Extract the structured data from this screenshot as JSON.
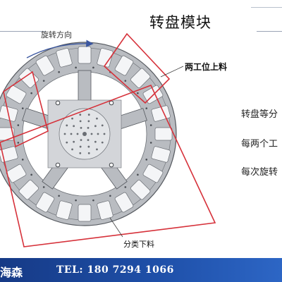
{
  "slide": {
    "title": "转盘模块",
    "labels": {
      "rotation_direction": "旋转方向",
      "two_station_loading": "两工位上料",
      "sorting_unloading": "分类下料"
    },
    "bullets": [
      "转盘等分",
      "每两个工",
      "每次旋转"
    ]
  },
  "footer": {
    "company": "海森",
    "tel": "TEL: 180 7294 1066"
  },
  "colors": {
    "highlight_red": "#d6313a",
    "footer_blue": "#1e4fa8",
    "disk_gray": "#b9bcc1"
  }
}
